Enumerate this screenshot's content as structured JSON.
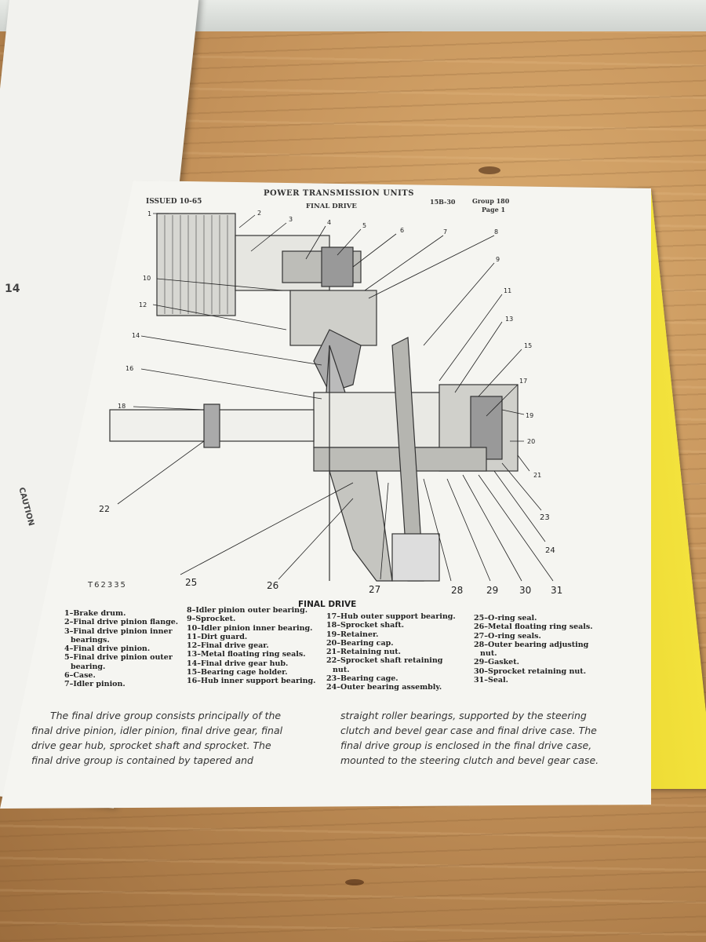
{
  "header": {
    "issued": "ISSUED 10-65",
    "title": "POWER TRANSMISSION UNITS",
    "subtitle": "FINAL DRIVE",
    "code": "15B-30",
    "group": "Group 180",
    "page": "Page 1"
  },
  "figure": {
    "title": "FINAL DRIVE",
    "code": "T62335",
    "callouts": [
      "1",
      "2",
      "3",
      "4",
      "5",
      "6",
      "7",
      "8",
      "9",
      "10",
      "11",
      "12",
      "13",
      "14",
      "15",
      "16",
      "17",
      "18",
      "19",
      "20",
      "21",
      "22",
      "23",
      "24",
      "25",
      "26",
      "27",
      "28",
      "29",
      "30",
      "31"
    ]
  },
  "legend": {
    "col1": [
      "1–Brake drum.",
      "2–Final drive pinion flange.",
      "3–Final drive pinion inner",
      "bearings.",
      "4–Final drive pinion.",
      "5–Final drive pinion outer",
      "bearing.",
      "6–Case.",
      "7–Idler pinion."
    ],
    "col2": [
      "8–Idler pinion outer bearing.",
      "9–Sprocket.",
      "10–Idler pinion inner bearing.",
      "11–Dirt guard.",
      "12–Final drive gear.",
      "13–Metal floating ring seals.",
      "14–Final drive gear hub.",
      "15–Bearing cage holder.",
      "16–Hub inner support bearing."
    ],
    "col3": [
      "17–Hub outer support bearing.",
      "18–Sprocket shaft.",
      "19–Retainer.",
      "20–Bearing cap.",
      "21–Retaining nut.",
      "22–Sprocket shaft retaining",
      "nut.",
      "23–Bearing cage.",
      "24–Outer bearing assembly."
    ],
    "col4": [
      "25–O-ring seal.",
      "26–Metal floating ring seals.",
      "27–O-ring seals.",
      "28–Outer bearing adjusting",
      "nut.",
      "29–Gasket.",
      "30–Sprocket retaining nut.",
      "31–Seal."
    ]
  },
  "body": {
    "left": [
      "The final drive group consists principally of the",
      "final drive pinion, idler pinion, final drive gear, final",
      "drive gear hub, sprocket shaft and sprocket. The",
      "final drive group is contained by tapered and"
    ],
    "right": [
      "straight roller bearings, supported by the steering",
      "clutch and bevel gear case and final drive case. The",
      "final drive group is enclosed in the final drive case,",
      "mounted to the steering clutch and bevel gear case."
    ]
  },
  "left_page": {
    "labels": [
      "14",
      "CAUTION"
    ]
  }
}
